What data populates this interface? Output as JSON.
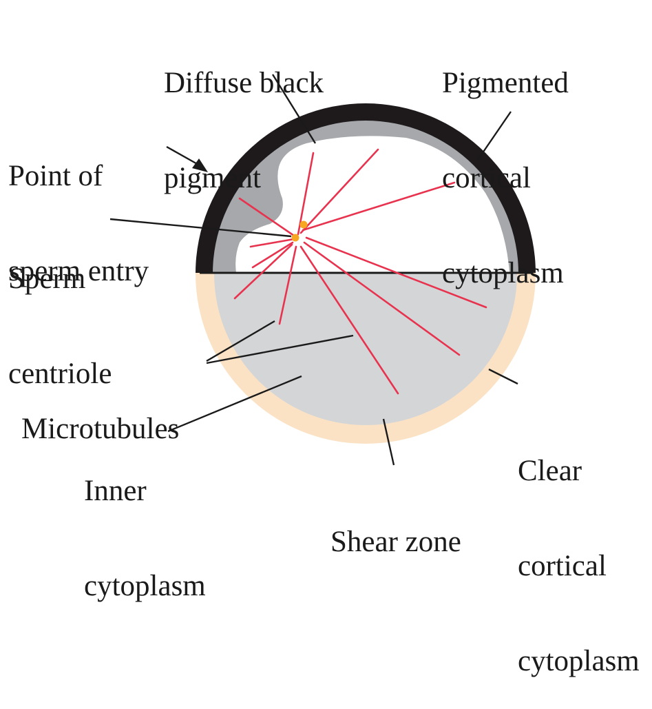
{
  "labels": {
    "diffuse_pigment": [
      "Diffuse black",
      "pigment"
    ],
    "pigmented_cortical": [
      "Pigmented",
      "cortical",
      "cytoplasm"
    ],
    "sperm_entry": [
      "Point of",
      "sperm entry"
    ],
    "sperm_centriole": [
      "Sperm",
      "centriole"
    ],
    "microtubules": [
      "Microtubules"
    ],
    "inner_cytoplasm": [
      "Inner",
      "cytoplasm"
    ],
    "shear_zone": [
      "Shear zone"
    ],
    "clear_cortical": [
      "Clear",
      "cortical",
      "cytoplasm"
    ]
  },
  "colors": {
    "pigmented_cortex": "#1e1a1c",
    "diffuse_pigment": "#a6a8ab",
    "animal_cytoplasm": "#ffffff",
    "inner_cytoplasm": "#d4d5d7",
    "clear_cortex": "#fbe2c5",
    "microtubules": "#e8334f",
    "centrioles": "#f7a823",
    "lines": "#1a1a1a"
  }
}
